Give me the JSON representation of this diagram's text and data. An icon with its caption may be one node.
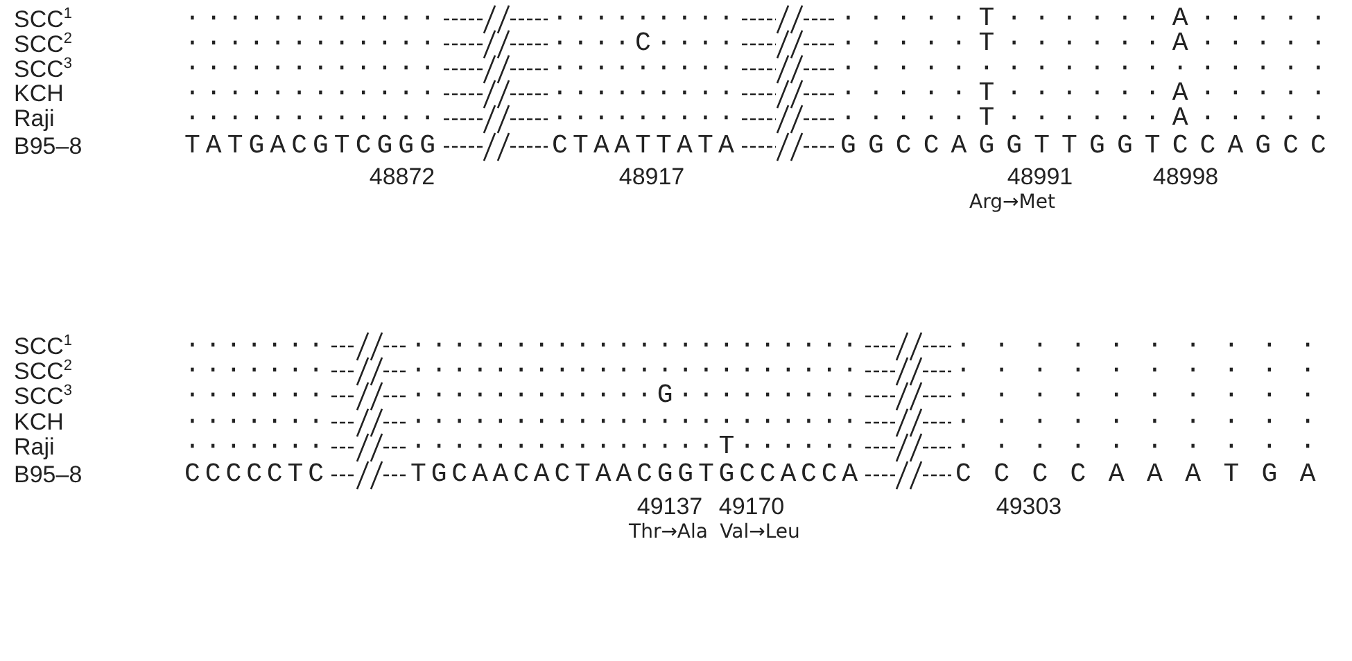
{
  "diagram": {
    "labels": [
      "SCC$^{1}$",
      "············",
      "·········",
      "·····T······A·····",
      "SCC$^{2}$",
      "············",
      "····C····",
      "·····T······A·····",
      "SCC$^{3}$",
      "············",
      "·········",
      "··················",
      "KCH",
      "············",
      "·········",
      "·····T······A·····",
      "Raji",
      "············",
      "·········",
      "·····T······A·····",
      "B95–8",
      "TATGACGTCGGG",
      "CTAATTATA",
      "GGCCAGGTTGGTCCAGCC",
      "48872",
      "48917",
      "48991",
      "48998",
      "Arg→Met",
      "SCC$^{1}$",
      "·······",
      "······················",
      "··········",
      "SCC$^{2}$",
      "·······",
      "······················",
      "··········",
      "SCC$^{3}$",
      "·······",
      "············G·········",
      "··········",
      "KCH",
      "·······",
      "······················",
      "··········",
      "Raji",
      "·······",
      "···············T······",
      "··········",
      "B95–8",
      "CCCCCTC",
      "TGCAACACTAACGGTGCCACCA",
      "CCCCAAATGA",
      "49137",
      "49170",
      "49303",
      "Thr→Ala",
      "Val→Leu"
    ]
  }
}
